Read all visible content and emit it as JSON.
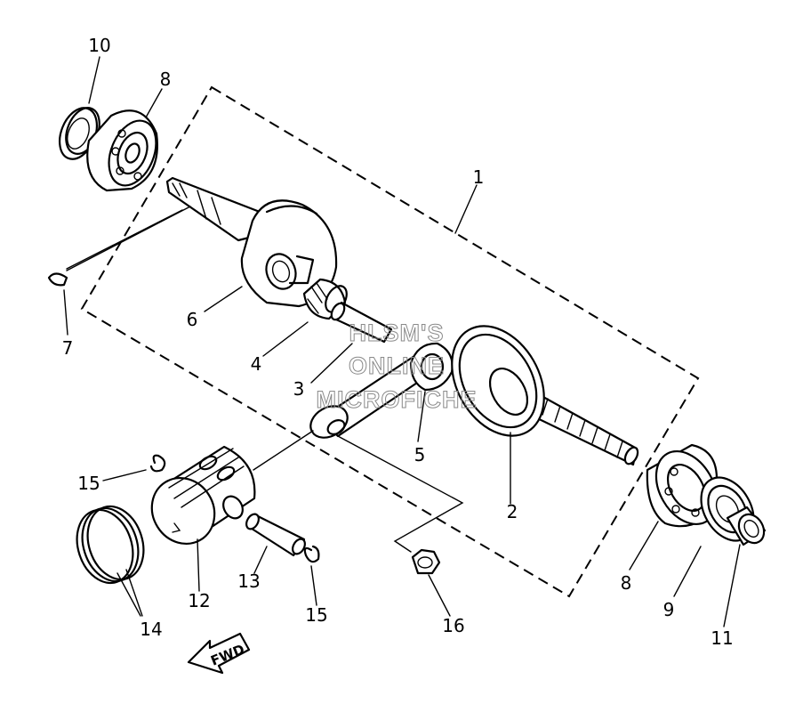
{
  "diagram": {
    "callouts": {
      "c1": "1",
      "c2": "2",
      "c3": "3",
      "c4": "4",
      "c5": "5",
      "c6": "6",
      "c7": "7",
      "c8a": "8",
      "c8b": "8",
      "c9": "9",
      "c10": "10",
      "c11": "11",
      "c12": "12",
      "c13": "13",
      "c14": "14",
      "c15a": "15",
      "c15b": "15",
      "c16": "16"
    },
    "watermark": {
      "line1": "HLSM'S",
      "line2": "ONLINE",
      "line3": "MICROFICHE"
    },
    "direction_arrow": "FWD"
  }
}
